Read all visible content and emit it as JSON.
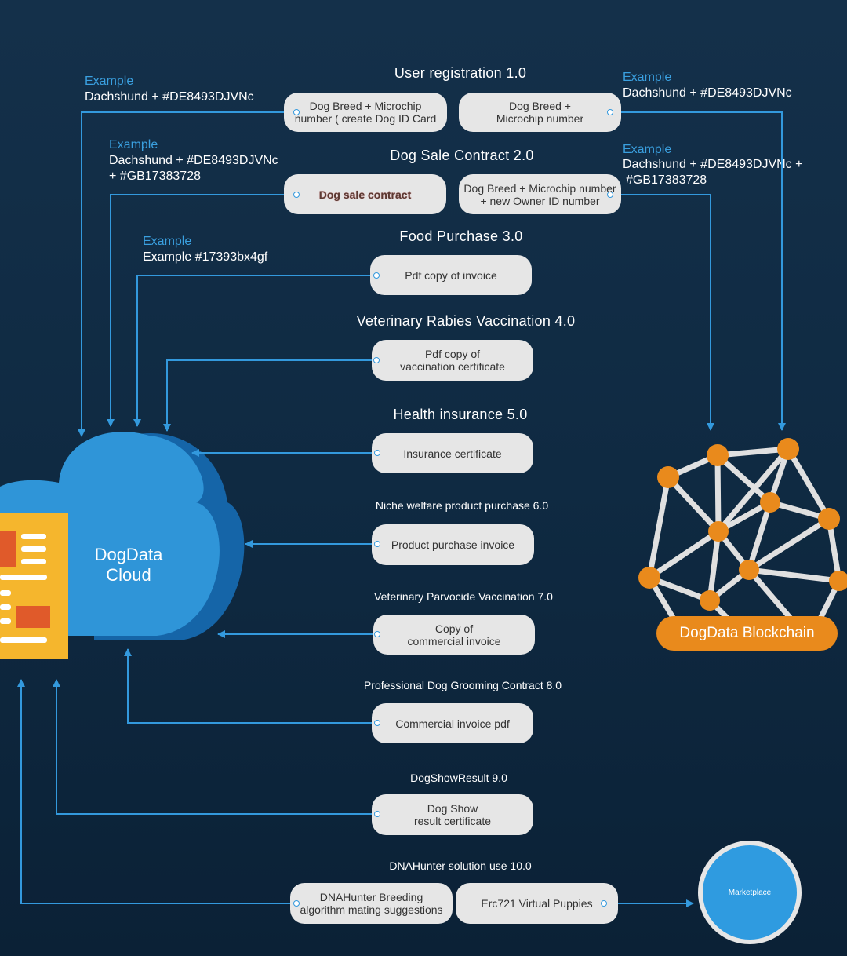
{
  "sections": {
    "s1": "User registration 1.0",
    "s2": "Dog Sale Contract 2.0",
    "s3": "Food Purchase 3.0",
    "s4": "Veterinary  Rabies Vaccination 4.0",
    "s5": "Health insurance 5.0",
    "s6": "Niche welfare product purchase 6.0",
    "s7": "Veterinary Parvocide Vaccination 7.0",
    "s8": "Professional Dog Grooming Contract 8.0",
    "s9": "DogShowResult 9.0",
    "s10": "DNAHunter solution use 10.0"
  },
  "examples": {
    "label": "Example",
    "e1": "Dachshund + #DE8493DJVNc",
    "e2_line1": "Dachshund + #DE8493DJVNc",
    "e2_line2": "+ #GB17383728",
    "e3": "Example #17393bx4gf",
    "e4": "Dachshund + #DE8493DJVNc",
    "e5_line1": "Dachshund + #DE8493DJVNc +",
    "e5_line2": "#GB17383728"
  },
  "pills": {
    "p1a": "Dog Breed + Microchip\nnumber ( create Dog ID Card",
    "p1b": "Dog Breed +\nMicrochip number",
    "p2a": "Dog sale contract",
    "p2b": "Dog Breed + Microchip number\n+ new Owner ID number",
    "p3": "Pdf copy of invoice",
    "p4": "Pdf copy of\nvaccination certificate",
    "p5": "Insurance certificate",
    "p6": "Product purchase invoice",
    "p7": "Copy of\ncommercial invoice",
    "p8": "Commercial invoice pdf",
    "p9": "Dog Show\nresult certificate",
    "p10a": "DNAHunter Breeding\nalgorithm mating suggestions",
    "p10b": "Erc721 Virtual Puppies"
  },
  "cloud": {
    "line1": "DogData",
    "line2": "Cloud"
  },
  "blockchain": {
    "label": "DogData Blockchain"
  },
  "marketplace": {
    "label": "Marketplace"
  },
  "colors": {
    "background": "#112c45",
    "connector": "#3399dd",
    "accent_orange": "#e98a1c",
    "cloud_blue": "#2f95d8",
    "cloud_dark": "#1565a8",
    "example_blue": "#3aa0e0",
    "pill_gray": "#e6e6e6"
  }
}
